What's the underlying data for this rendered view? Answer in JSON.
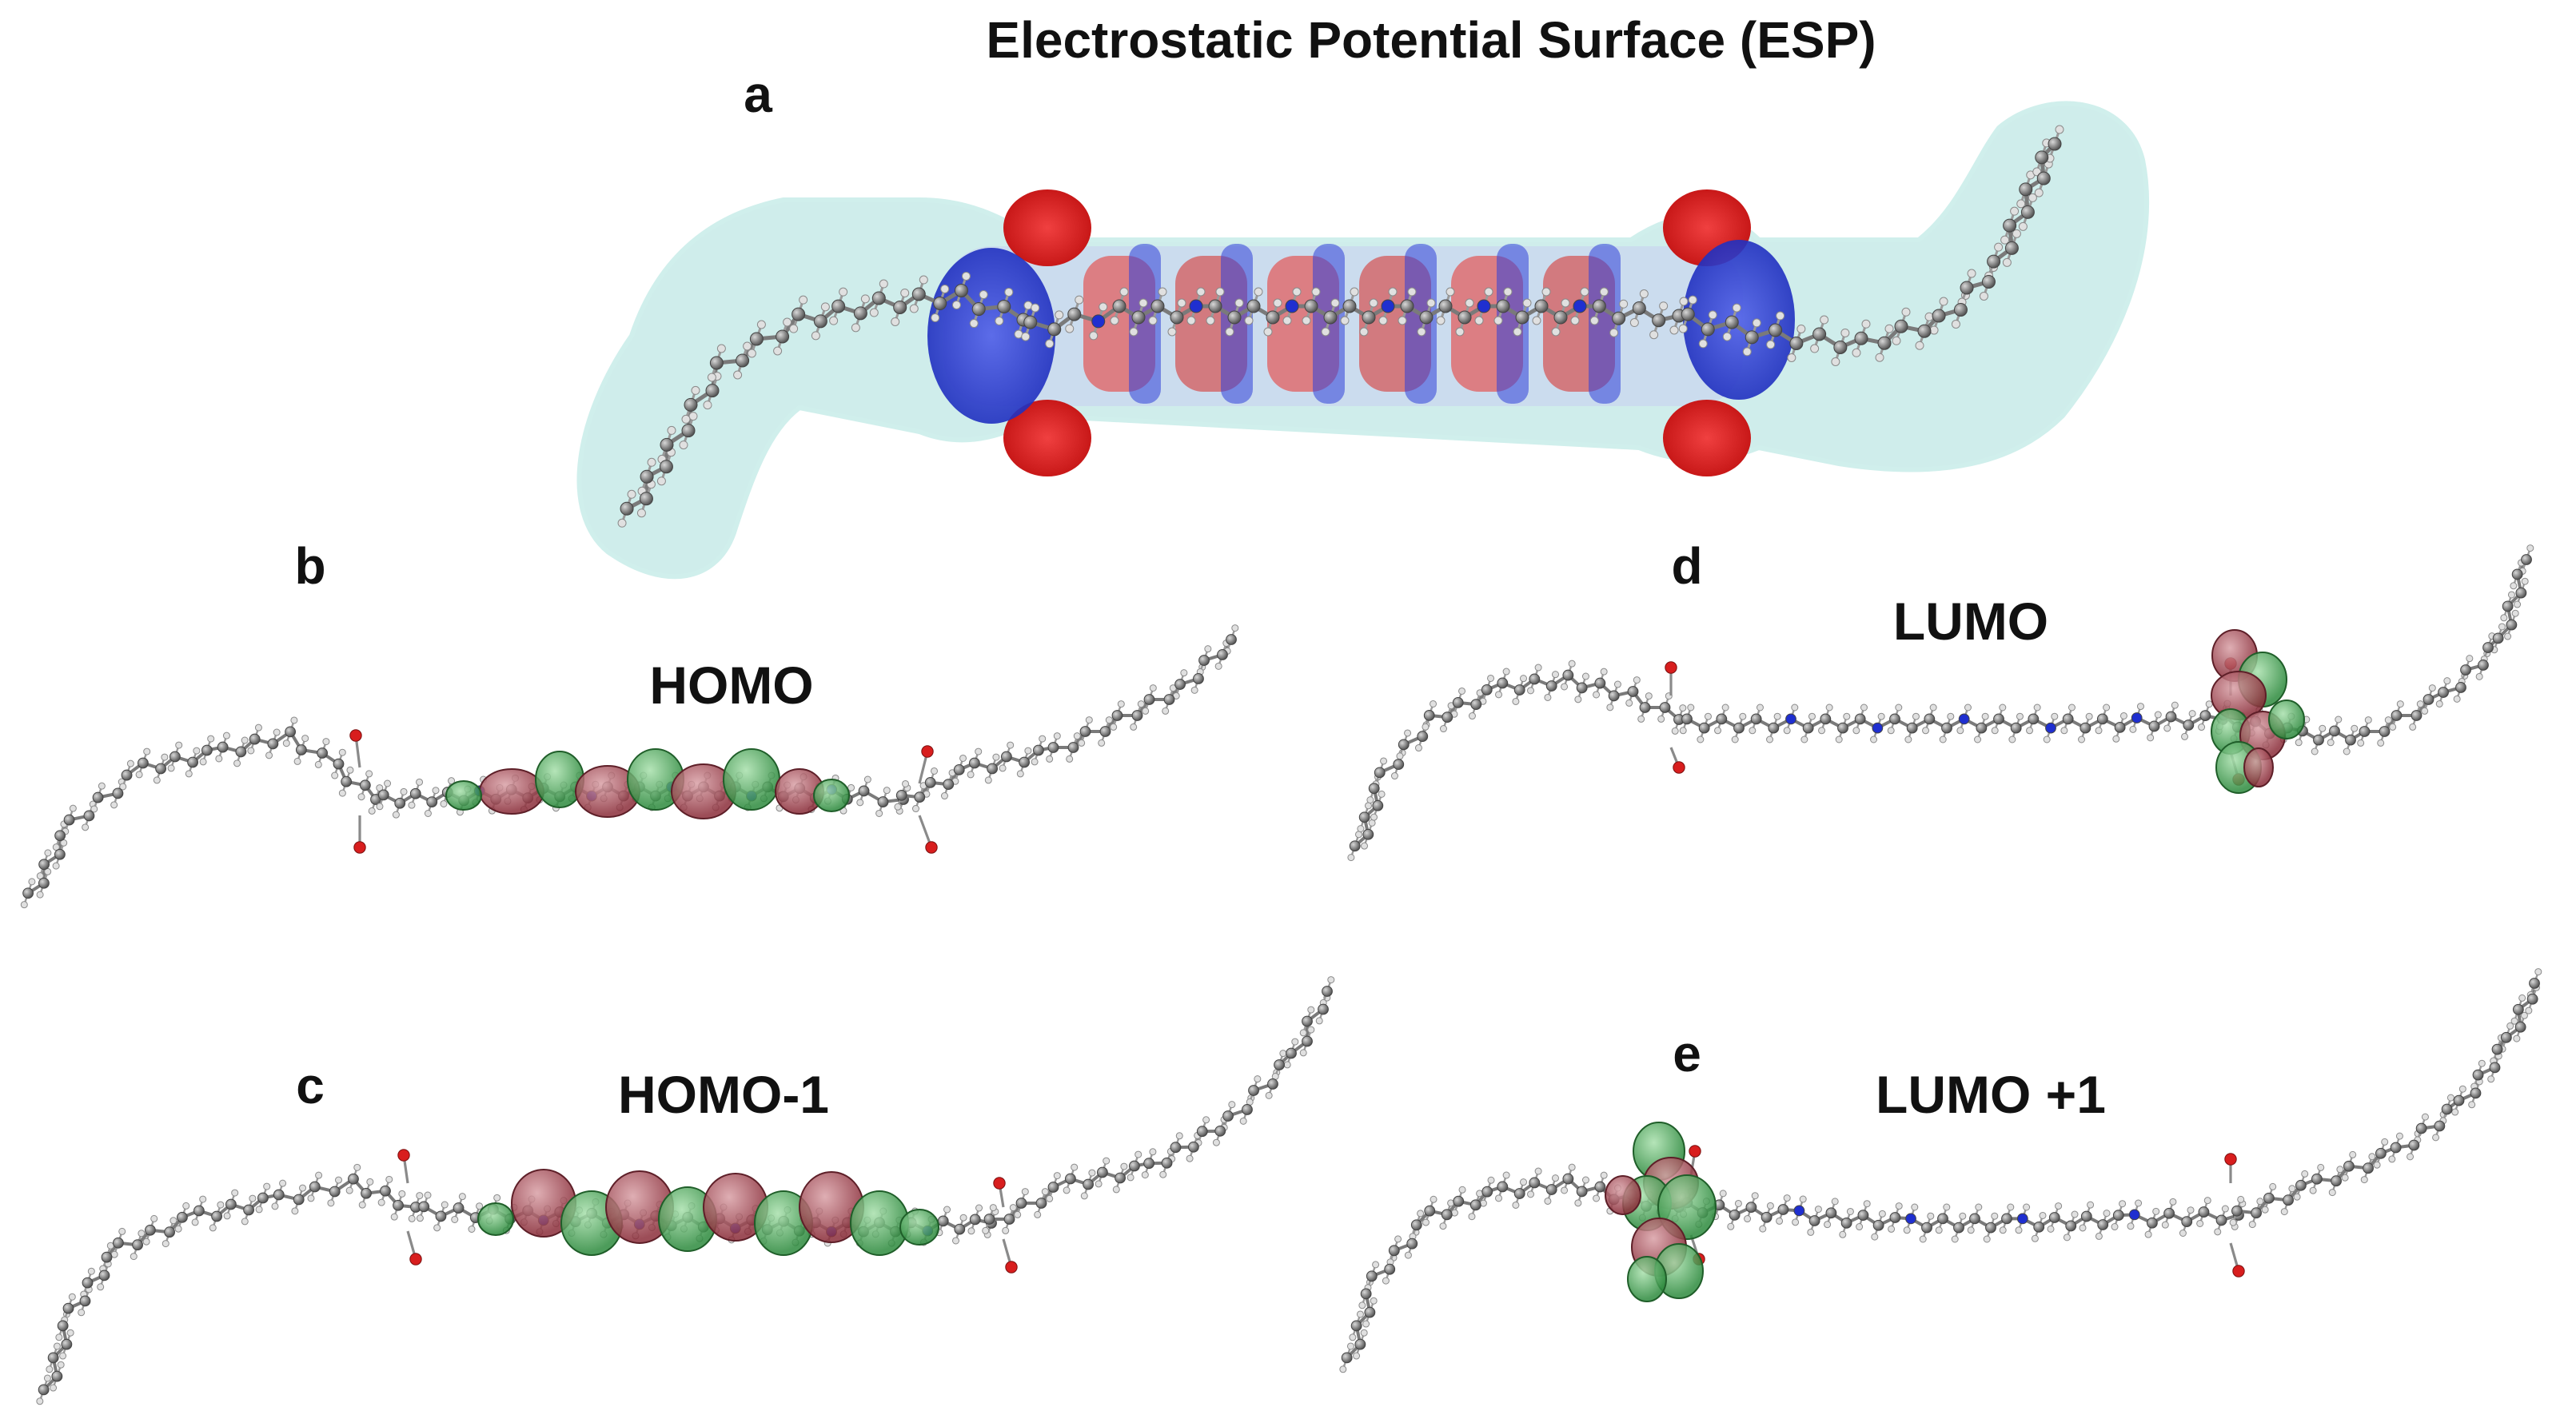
{
  "figure": {
    "title": "Electrostatic Potential Surface (ESP)",
    "panels": [
      {
        "letter": "a",
        "caption": ""
      },
      {
        "letter": "b",
        "caption": "HOMO"
      },
      {
        "letter": "c",
        "caption": "HOMO-1"
      },
      {
        "letter": "d",
        "caption": "LUMO"
      },
      {
        "letter": "e",
        "caption": "LUMO +1"
      }
    ]
  },
  "colors": {
    "carbon": "#8a8a8a",
    "hydrogen": "#e0e0e0",
    "nitrogen": "#1f2fd0",
    "oxygen": "#d81e1e",
    "orbital_positive": "#2e8b3e",
    "orbital_negative": "#8b2e3a",
    "esp_neutral": "#bfe7e4",
    "esp_negative": "#e02020",
    "esp_positive": "#3040d8"
  }
}
